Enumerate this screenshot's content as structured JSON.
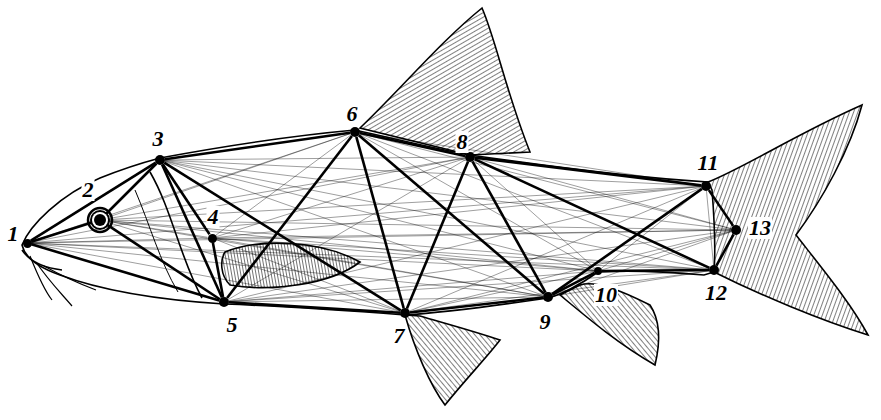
{
  "diagram": {
    "nodes": [
      {
        "text": [
          "1"
        ]
      },
      {
        "text": [
          "2"
        ]
      },
      {
        "text": [
          "3"
        ]
      },
      {
        "text": [
          "4"
        ]
      },
      {
        "text": [
          "5"
        ]
      },
      {
        "text": [
          "6"
        ]
      },
      {
        "text": [
          "7"
        ]
      },
      {
        "text": [
          "8"
        ]
      },
      {
        "text": [
          "9"
        ]
      },
      {
        "text": [
          "10"
        ]
      },
      {
        "text": [
          "11"
        ]
      },
      {
        "text": [
          "12"
        ]
      },
      {
        "text": [
          "13"
        ]
      }
    ],
    "edges": [
      {
        "from": 0,
        "to": 1,
        "arrow": "none"
      },
      {
        "from": 0,
        "to": 2,
        "arrow": "none"
      },
      {
        "from": 0,
        "to": 3,
        "arrow": "none"
      },
      {
        "from": 0,
        "to": 4,
        "arrow": "none"
      },
      {
        "from": 0,
        "to": 5,
        "arrow": "none"
      },
      {
        "from": 0,
        "to": 6,
        "arrow": "none"
      },
      {
        "from": 0,
        "to": 7,
        "arrow": "none"
      },
      {
        "from": 0,
        "to": 8,
        "arrow": "none"
      },
      {
        "from": 0,
        "to": 9,
        "arrow": "none"
      },
      {
        "from": 0,
        "to": 10,
        "arrow": "none"
      },
      {
        "from": 0,
        "to": 11,
        "arrow": "none"
      },
      {
        "from": 0,
        "to": 12,
        "arrow": "none"
      },
      {
        "from": 1,
        "to": 2,
        "arrow": "none"
      },
      {
        "from": 1,
        "to": 3,
        "arrow": "none"
      },
      {
        "from": 1,
        "to": 4,
        "arrow": "none"
      },
      {
        "from": 1,
        "to": 5,
        "arrow": "none"
      },
      {
        "from": 1,
        "to": 6,
        "arrow": "none"
      },
      {
        "from": 1,
        "to": 7,
        "arrow": "none"
      },
      {
        "from": 1,
        "to": 8,
        "arrow": "none"
      },
      {
        "from": 1,
        "to": 9,
        "arrow": "none"
      },
      {
        "from": 1,
        "to": 10,
        "arrow": "none"
      },
      {
        "from": 1,
        "to": 11,
        "arrow": "none"
      },
      {
        "from": 1,
        "to": 12,
        "arrow": "none"
      },
      {
        "from": 2,
        "to": 3,
        "arrow": "none"
      },
      {
        "from": 2,
        "to": 4,
        "arrow": "none"
      },
      {
        "from": 2,
        "to": 5,
        "arrow": "none"
      },
      {
        "from": 2,
        "to": 6,
        "arrow": "none"
      },
      {
        "from": 2,
        "to": 7,
        "arrow": "none"
      },
      {
        "from": 2,
        "to": 8,
        "arrow": "none"
      },
      {
        "from": 2,
        "to": 9,
        "arrow": "none"
      },
      {
        "from": 2,
        "to": 10,
        "arrow": "none"
      },
      {
        "from": 2,
        "to": 11,
        "arrow": "none"
      },
      {
        "from": 2,
        "to": 12,
        "arrow": "none"
      },
      {
        "from": 3,
        "to": 4,
        "arrow": "none"
      },
      {
        "from": 3,
        "to": 5,
        "arrow": "none"
      },
      {
        "from": 3,
        "to": 6,
        "arrow": "none"
      },
      {
        "from": 3,
        "to": 7,
        "arrow": "none"
      },
      {
        "from": 3,
        "to": 8,
        "arrow": "none"
      },
      {
        "from": 3,
        "to": 9,
        "arrow": "none"
      },
      {
        "from": 3,
        "to": 10,
        "arrow": "none"
      },
      {
        "from": 3,
        "to": 11,
        "arrow": "none"
      },
      {
        "from": 3,
        "to": 12,
        "arrow": "none"
      },
      {
        "from": 4,
        "to": 5,
        "arrow": "none"
      },
      {
        "from": 4,
        "to": 6,
        "arrow": "none"
      },
      {
        "from": 4,
        "to": 7,
        "arrow": "none"
      },
      {
        "from": 4,
        "to": 8,
        "arrow": "none"
      },
      {
        "from": 4,
        "to": 9,
        "arrow": "none"
      },
      {
        "from": 4,
        "to": 10,
        "arrow": "none"
      },
      {
        "from": 4,
        "to": 11,
        "arrow": "none"
      },
      {
        "from": 4,
        "to": 12,
        "arrow": "none"
      },
      {
        "from": 5,
        "to": 6,
        "arrow": "none"
      },
      {
        "from": 5,
        "to": 7,
        "arrow": "none"
      },
      {
        "from": 5,
        "to": 8,
        "arrow": "none"
      },
      {
        "from": 5,
        "to": 9,
        "arrow": "none"
      },
      {
        "from": 5,
        "to": 10,
        "arrow": "none"
      },
      {
        "from": 5,
        "to": 11,
        "arrow": "none"
      },
      {
        "from": 5,
        "to": 12,
        "arrow": "none"
      },
      {
        "from": 6,
        "to": 7,
        "arrow": "none"
      },
      {
        "from": 6,
        "to": 8,
        "arrow": "none"
      },
      {
        "from": 6,
        "to": 9,
        "arrow": "none"
      },
      {
        "from": 6,
        "to": 10,
        "arrow": "none"
      },
      {
        "from": 6,
        "to": 11,
        "arrow": "none"
      },
      {
        "from": 6,
        "to": 12,
        "arrow": "none"
      },
      {
        "from": 7,
        "to": 8,
        "arrow": "none"
      },
      {
        "from": 7,
        "to": 9,
        "arrow": "none"
      },
      {
        "from": 7,
        "to": 10,
        "arrow": "none"
      },
      {
        "from": 7,
        "to": 11,
        "arrow": "none"
      },
      {
        "from": 7,
        "to": 12,
        "arrow": "none"
      },
      {
        "from": 8,
        "to": 9,
        "arrow": "none"
      },
      {
        "from": 8,
        "to": 10,
        "arrow": "none"
      },
      {
        "from": 8,
        "to": 11,
        "arrow": "none"
      },
      {
        "from": 8,
        "to": 12,
        "arrow": "none"
      },
      {
        "from": 9,
        "to": 10,
        "arrow": "none"
      },
      {
        "from": 9,
        "to": 11,
        "arrow": "none"
      },
      {
        "from": 9,
        "to": 12,
        "arrow": "none"
      },
      {
        "from": 10,
        "to": 11,
        "arrow": "none"
      },
      {
        "from": 10,
        "to": 12,
        "arrow": "none"
      },
      {
        "from": 11,
        "to": 12,
        "arrow": "none"
      }
    ]
  }
}
